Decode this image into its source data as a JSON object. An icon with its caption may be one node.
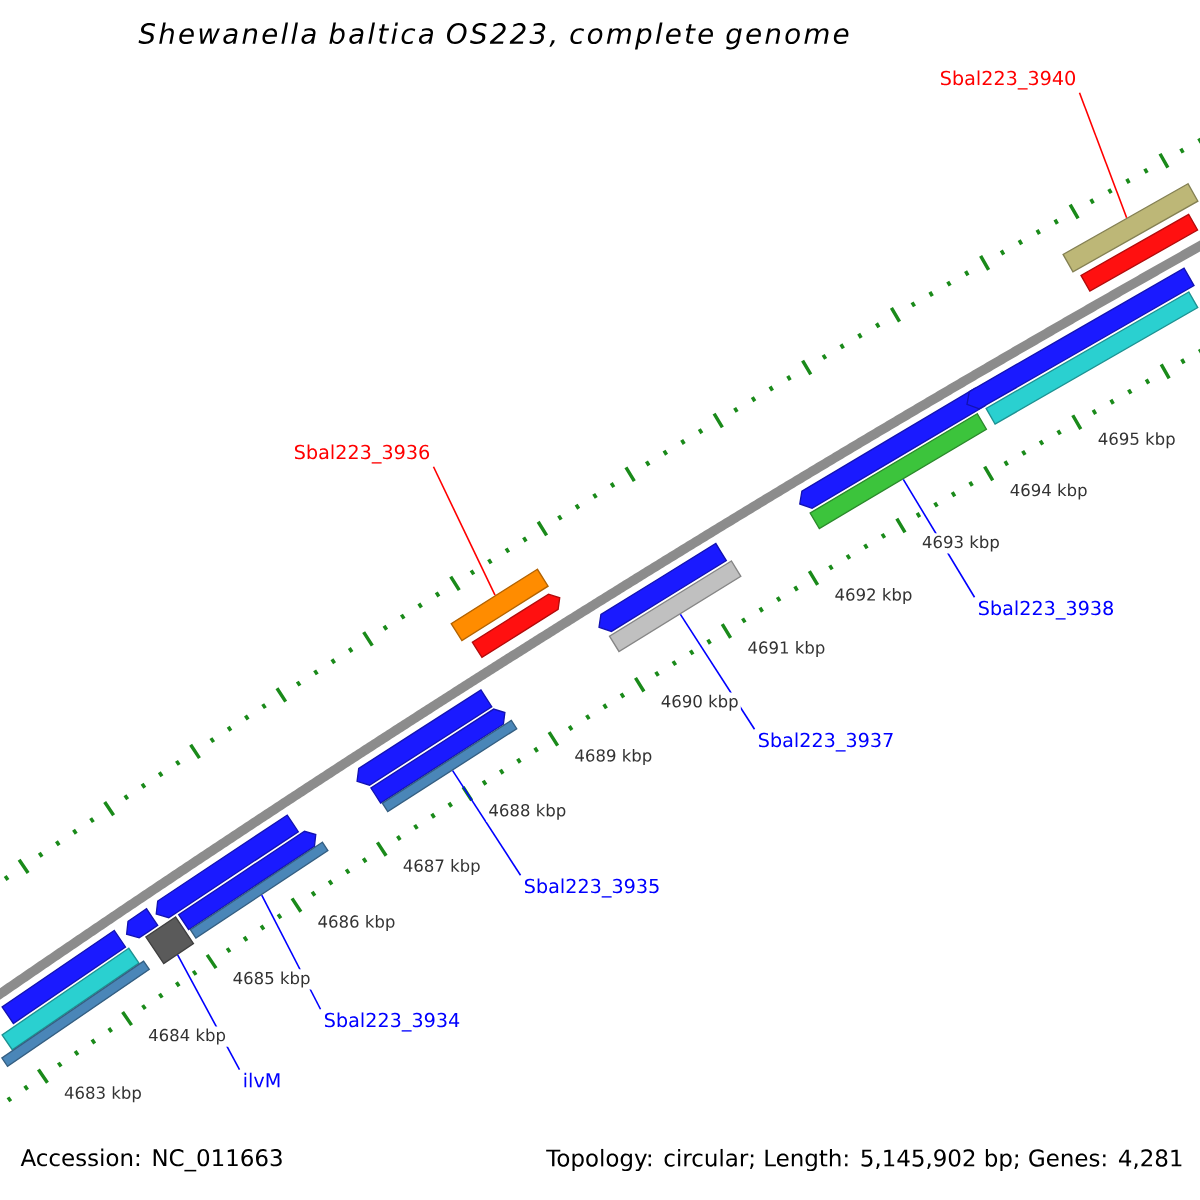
{
  "diagram": {
    "title": "Shewanella baltica OS223, complete genome",
    "nodes": [
      {
        "text": [
          "Sbal223_3940"
        ]
      },
      {
        "text": [
          "Sbal223_3936"
        ]
      },
      {
        "text": [
          "Sbal223_3938"
        ]
      },
      {
        "text": [
          "Sbal223_3937"
        ]
      },
      {
        "text": [
          "Sbal223_3935"
        ]
      },
      {
        "text": [
          "Sbal223_3934"
        ]
      },
      {
        "text": [
          "ilvM"
        ]
      },
      {
        "text": [],
        "shape": "bar"
      },
      {
        "text": [],
        "shape": "bar"
      },
      {
        "text": [],
        "shape": "bar"
      },
      {
        "text": [],
        "shape": "bar"
      },
      {
        "text": [],
        "shape": "bar"
      },
      {
        "text": [],
        "shape": "bar"
      },
      {
        "text": [],
        "shape": "bar"
      },
      {
        "text": [],
        "shape": "bar"
      },
      {
        "text": [],
        "shape": "bar"
      },
      {
        "text": [],
        "shape": "bar"
      },
      {
        "text": [],
        "shape": "bar"
      },
      {
        "text": [],
        "shape": "bar"
      },
      {
        "text": [],
        "shape": "bar"
      },
      {
        "text": [],
        "shape": "bar"
      },
      {
        "text": [],
        "shape": "bar"
      },
      {
        "text": [],
        "shape": "bar"
      },
      {
        "text": [],
        "shape": "bar"
      },
      {
        "text": [],
        "shape": "bar"
      },
      {
        "text": [],
        "shape": "bar"
      },
      {
        "text": [],
        "shape": "bar"
      },
      {
        "text": [],
        "shape": "bar"
      }
    ],
    "edges": [
      {
        "from": 0,
        "to": 26,
        "arrow": "none",
        "color": "#ff0000"
      },
      {
        "from": 1,
        "to": 18,
        "arrow": "none",
        "color": "#ff0000"
      },
      {
        "from": 2,
        "to": 23,
        "arrow": "none"
      },
      {
        "from": 3,
        "to": 21,
        "arrow": "none"
      },
      {
        "from": 4,
        "to": 17,
        "arrow": "none"
      },
      {
        "from": 5,
        "to": 14,
        "arrow": "none"
      },
      {
        "from": 6,
        "to": 11,
        "arrow": "none"
      }
    ],
    "labels": [
      "4695 kbp",
      "4694 kbp",
      "4693 kbp",
      "4692 kbp",
      "4691 kbp",
      "4690 kbp",
      "4689 kbp",
      "4688 kbp",
      "4687 kbp",
      "4686 kbp",
      "4685 kbp",
      "4684 kbp",
      "4683 kbp",
      "Accession: NC_011663",
      "Topology: circular; Length: 5,145,902 bp; Genes: 4,281"
    ]
  }
}
